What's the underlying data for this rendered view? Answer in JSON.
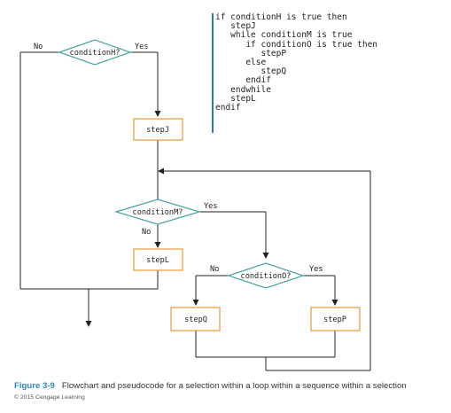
{
  "code": [
    "if conditionH is true then",
    "   stepJ",
    "   while conditionM is true",
    "      if conditionO is true then",
    "         stepP",
    "      else",
    "         stepQ",
    "      endif",
    "   endwhile",
    "   stepL",
    "endif"
  ],
  "flowchart": {
    "decisions": {
      "h": "conditionH?",
      "m": "conditionM?",
      "o": "conditionO?"
    },
    "processes": {
      "j": "stepJ",
      "l": "stepL",
      "q": "stepQ",
      "p": "stepP"
    },
    "labels": {
      "h_no": "No",
      "h_yes": "Yes",
      "m_yes": "Yes",
      "m_no": "No",
      "o_no": "No",
      "o_yes": "Yes"
    }
  },
  "caption": {
    "figure": "Figure 3-9",
    "text": "Flowchart and pseudocode for a selection within a loop within a sequence within a selection",
    "credit": "© 2015 Cengage Learning"
  },
  "colors": {
    "diamond": "#4aa3a3",
    "box": "#e39a3b",
    "code_bar": "#2a7fa3",
    "line": "#222222",
    "figure_label": "#2f86c7"
  }
}
